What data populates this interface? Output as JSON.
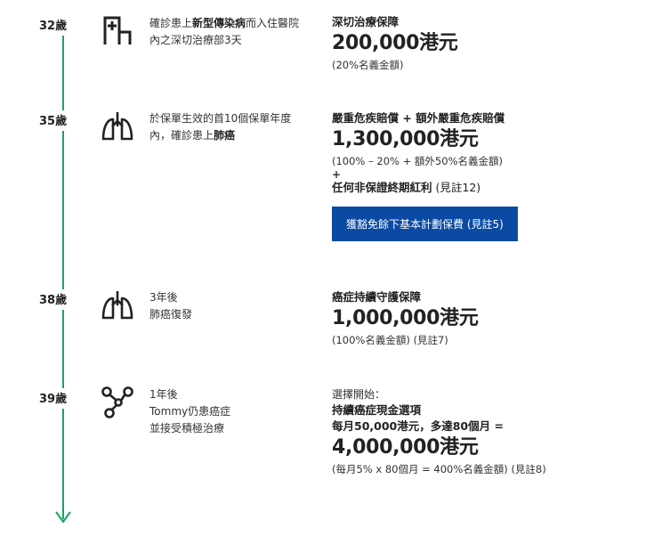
{
  "milestones": [
    {
      "age": "32歲",
      "icon": "hospital-icon",
      "desc_parts": [
        "確診患上",
        "新型傳染病",
        "而入住醫院內之深切治療部3天"
      ],
      "benefit_title": "深切治療保障",
      "amount": "200,000港元",
      "note": "(20%名義金額)"
    },
    {
      "age": "35歲",
      "icon": "lungs-icon",
      "desc_parts": [
        "於保單生效的首10個保單年度內，確診患上",
        "肺癌"
      ],
      "benefit_title": "嚴重危疾賠償 + 額外嚴重危疾賠償",
      "amount": "1,300,000港元",
      "note": "(100% – 20% + 額外50%名義金額)",
      "plus": "+",
      "extra_bold": "任何非保證終期紅利",
      "extra_normal": " (見註12)",
      "button": "獲豁免餘下基本計劃保費 (見註5)"
    },
    {
      "age": "38歲",
      "icon": "lungs-icon",
      "desc_parts": [
        "3年後",
        "肺癌復發"
      ],
      "benefit_title": "癌症持續守護保障",
      "amount": "1,000,000港元",
      "note": "(100%名義金額) (見註7)"
    },
    {
      "age": "39歲",
      "icon": "molecule-icon",
      "desc_parts": [
        "1年後",
        "Tommy仍患癌症",
        "並接受積極治療"
      ],
      "choose": "選擇開始：",
      "benefit_title": "持續癌症現金選項",
      "monthly": "每月50,000港元，多達80個月 =",
      "amount": "4,000,000港元",
      "note": "(每月5% x 80個月 = 400%名義金額) (見註8)"
    }
  ],
  "colors": {
    "timeline": "#1aa364",
    "button": "#0a4aa3"
  }
}
